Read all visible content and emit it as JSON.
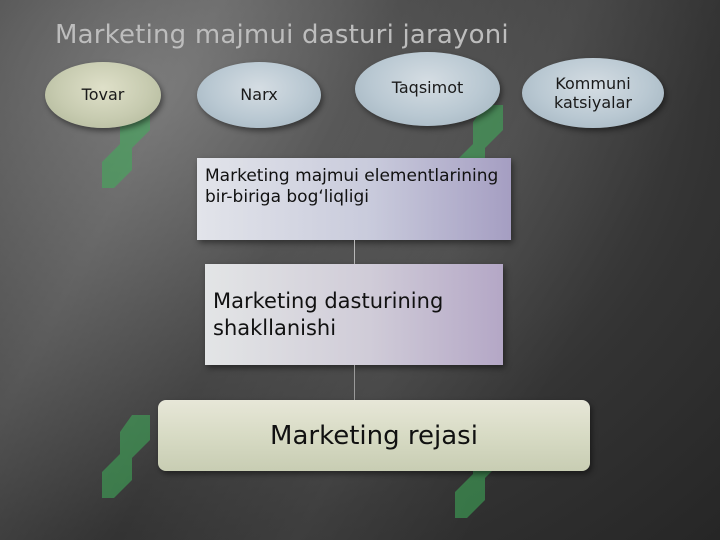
{
  "title": "Marketing majmui dasturi jarayoni",
  "elements": [
    {
      "label": "Tovar"
    },
    {
      "label": "Narx"
    },
    {
      "label": "Taqsimot"
    },
    {
      "label": "Kommuni\nkatsiyalar"
    }
  ],
  "box1": {
    "text": "Marketing majmui elementlarining bir-biriga bog‘liqligi"
  },
  "box2": {
    "text": "Marketing dasturining shakllanishi"
  },
  "box3": {
    "text": "Marketing rejasi"
  },
  "colors": {
    "background": "#3a3a3a",
    "ellipse_fill": "#c3cfd7",
    "box_plan_fill": "#dcdcc8",
    "watermark": "#3fb05a"
  }
}
